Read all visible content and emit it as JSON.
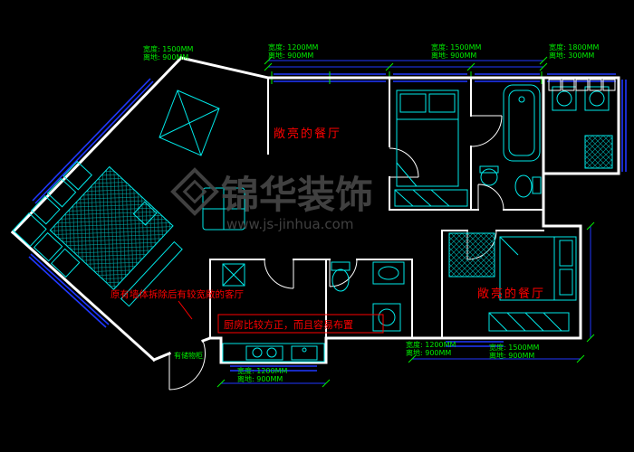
{
  "annotations": {
    "dining_label": "敞亮的餐厅",
    "living_label": "原有墙体拆除后有较宽敞的客厅",
    "kitchen_label": "厨房比较方正，而且容易布置",
    "bedroom_label": "敞亮的餐厅"
  },
  "notes": {
    "storage": "有储物柜"
  },
  "watermark": {
    "brand": "锦华装饰",
    "site": "www.js-jinhua.com"
  },
  "dims": [
    {
      "w": "宽度: 1500MM",
      "h": "离地: 900MM"
    },
    {
      "w": "宽度: 1200MM",
      "h": "离地: 900MM"
    },
    {
      "w": "宽度: 1500MM",
      "h": "离地: 900MM"
    },
    {
      "w": "宽度: 1800MM",
      "h": "离地: 300MM"
    },
    {
      "w": "宽度: 1200MM",
      "h": "离地: 900MM"
    },
    {
      "w": "宽度: 1200MM",
      "h": "离地: 900MM"
    },
    {
      "w": "宽度: 1500MM",
      "h": "离地: 900MM"
    }
  ],
  "colors": {
    "wall": "#ffffff",
    "furniture": "#00e8e8",
    "window": "#2038ff",
    "dimension_text": "#00ee00",
    "annotation": "#ff0000",
    "watermark": "#484848",
    "background": "#000000"
  }
}
